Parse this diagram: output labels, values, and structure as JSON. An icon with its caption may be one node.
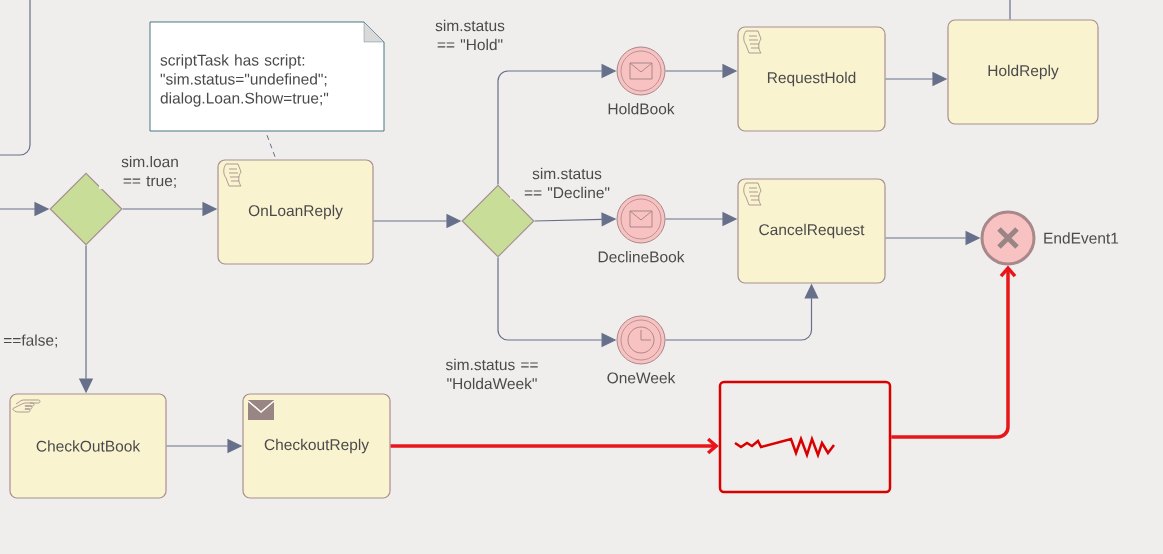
{
  "diagram": {
    "nodes": [
      {
        "text": [
          "scriptTask has script: \"sim.status=\"undefined\"; dialog.Loan.Show=true;\""
        ]
      },
      {
        "text": [],
        "shape": "diamond"
      },
      {
        "text": [
          "OnLoanReply"
        ]
      },
      {
        "text": [],
        "shape": "diamond"
      },
      {
        "text": [
          "HoldBook"
        ]
      },
      {
        "text": [
          "RequestHold"
        ]
      },
      {
        "text": [
          "HoldReply"
        ]
      },
      {
        "text": [
          "DeclineBook"
        ]
      },
      {
        "text": [
          "CancelRequest"
        ]
      },
      {
        "text": [
          "EndEvent1"
        ]
      },
      {
        "text": [
          "OneWeek"
        ]
      },
      {
        "text": [
          "CheckOutBook"
        ]
      },
      {
        "text": [
          "CheckoutReply"
        ]
      },
      {
        "text": [],
        "shape": "box"
      }
    ],
    "edges": [
      {
        "from": null,
        "to": 1,
        "arrow": "to"
      },
      {
        "from": 1,
        "to": 2,
        "arrow": "to",
        "label": "sim.loan == true;"
      },
      {
        "from": 1,
        "to": 11,
        "arrow": "to",
        "label": "==false;"
      },
      {
        "from": 2,
        "to": 3,
        "arrow": "to"
      },
      {
        "from": 3,
        "to": 4,
        "arrow": "to",
        "label": "sim.status == \"Hold\""
      },
      {
        "from": 3,
        "to": 7,
        "arrow": "to",
        "label": "sim.status == \"Decline\""
      },
      {
        "from": 3,
        "to": 10,
        "arrow": "to",
        "label": "sim.status == \"HoldaWeek\""
      },
      {
        "from": 4,
        "to": 5,
        "arrow": "to"
      },
      {
        "from": 5,
        "to": 6,
        "arrow": "to"
      },
      {
        "from": 7,
        "to": 8,
        "arrow": "to"
      },
      {
        "from": 8,
        "to": 9,
        "arrow": "to"
      },
      {
        "from": 10,
        "to": 8,
        "arrow": "to"
      },
      {
        "from": 11,
        "to": 12,
        "arrow": "to"
      },
      {
        "from": 12,
        "to": 13,
        "arrow": "to",
        "style": "thick",
        "color": "#e8161b"
      },
      {
        "from": 13,
        "to": 9,
        "arrow": "to",
        "style": "thick",
        "color": "#e8161b"
      },
      {
        "from": 0,
        "to": 2,
        "arrow": "none",
        "style": "dashed"
      },
      {
        "from": null,
        "to": 6,
        "arrow": "none"
      }
    ]
  }
}
